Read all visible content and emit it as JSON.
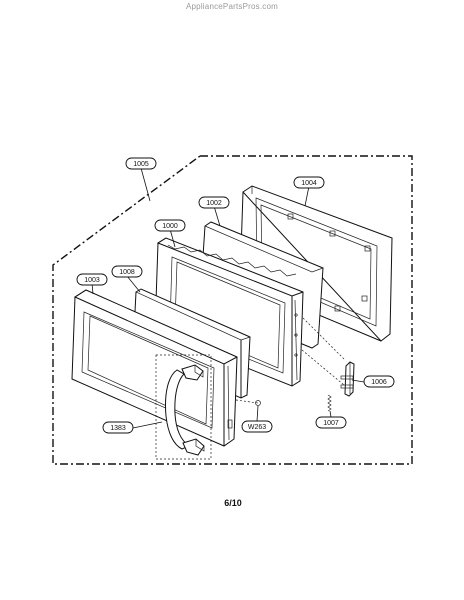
{
  "watermark": "AppliancePartsPros.com",
  "page_number": "6/10",
  "callouts": {
    "c1005": "1005",
    "c1004": "1004",
    "c1002": "1002",
    "c1000": "1000",
    "c1003": "1003",
    "c1008": "1008",
    "c1006": "1006",
    "c1383": "1383",
    "cW263": "W263",
    "c1007": "1007"
  }
}
